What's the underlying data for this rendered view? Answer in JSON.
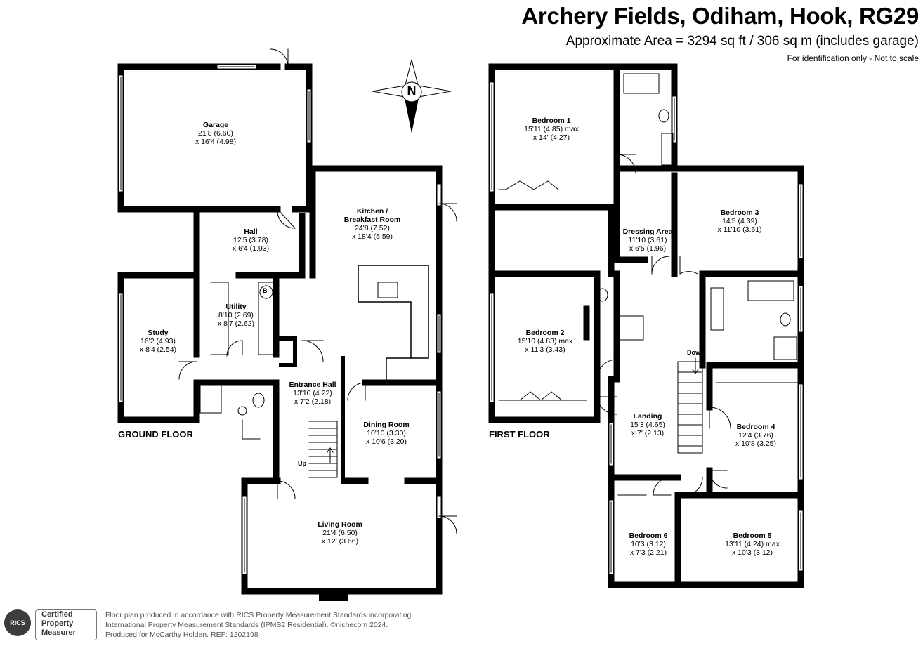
{
  "header": {
    "title": "Archery Fields, Odiham, Hook, RG29",
    "area": "Approximate Area = 3294 sq ft / 306 sq m (includes garage)",
    "note": "For identification only - Not to scale"
  },
  "floors": {
    "ground": "GROUND FLOOR",
    "first": "FIRST FLOOR"
  },
  "compass": {
    "label": "N"
  },
  "ground_rooms": {
    "garage": {
      "name": "Garage",
      "d1": "21'8 (6.60)",
      "d2": "x 16'4 (4.98)"
    },
    "hall": {
      "name": "Hall",
      "d1": "12'5 (3.78)",
      "d2": "x 6'4 (1.93)"
    },
    "kitchen": {
      "name": "Kitchen /",
      "name2": "Breakfast Room",
      "d1": "24'8 (7.52)",
      "d2": "x 18'4 (5.59)"
    },
    "utility": {
      "name": "Utility",
      "d1": "8'10 (2.69)",
      "d2": "x 8'7 (2.62)"
    },
    "study": {
      "name": "Study",
      "d1": "16'2 (4.93)",
      "d2": "x 8'4 (2.54)"
    },
    "entrance": {
      "name": "Entrance Hall",
      "d1": "13'10 (4.22)",
      "d2": "x 7'2 (2.18)"
    },
    "dining": {
      "name": "Dining Room",
      "d1": "10'10 (3.30)",
      "d2": "x 10'6 (3.20)"
    },
    "living": {
      "name": "Living Room",
      "d1": "21'4 (6.50)",
      "d2": "x 12' (3.66)"
    }
  },
  "first_rooms": {
    "bed1": {
      "name": "Bedroom 1",
      "d1": "15'11 (4.85) max",
      "d2": "x 14' (4.27)"
    },
    "dressing": {
      "name": "Dressing Area",
      "d1": "11'10 (3.61)",
      "d2": "x 6'5 (1.96)"
    },
    "bed3": {
      "name": "Bedroom 3",
      "d1": "14'5 (4.39)",
      "d2": "x 11'10 (3.61)"
    },
    "bed2": {
      "name": "Bedroom 2",
      "d1": "15'10 (4.83) max",
      "d2": "x 11'3 (3.43)"
    },
    "landing": {
      "name": "Landing",
      "d1": "15'3 (4.65)",
      "d2": "x 7' (2.13)"
    },
    "bed4": {
      "name": "Bedroom 4",
      "d1": "12'4 (3.76)",
      "d2": "x 10'8 (3.25)"
    },
    "bed6": {
      "name": "Bedroom 6",
      "d1": "10'3 (3.12)",
      "d2": "x 7'3 (2.21)"
    },
    "bed5": {
      "name": "Bedroom 5",
      "d1": "13'11 (4.24) max",
      "d2": "x 10'3 (3.12)"
    }
  },
  "markers": {
    "boiler": "B",
    "up": "Up",
    "down": "Down"
  },
  "footer": {
    "line1": "Floor plan produced in accordance with RICS Property Measurement Standards incorporating",
    "line2": "International Property Measurement Standards (IPMS2 Residential).  ©nichecom 2024.",
    "line3": "Produced for McCarthy Holden.   REF:  1202198",
    "rics": "RICS",
    "cert1": "Certified",
    "cert2": "Property",
    "cert3": "Measurer"
  }
}
